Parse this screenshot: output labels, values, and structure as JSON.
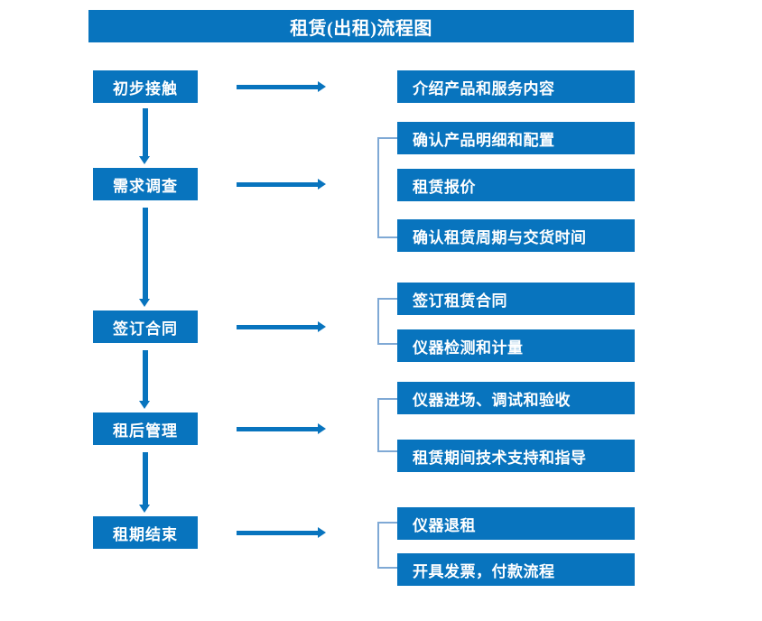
{
  "diagram": {
    "title": "租赁(出租)流程图",
    "colors": {
      "box_blue": "#0874BE",
      "bracket_blue": "#7FA9D5",
      "box_text": "#FFFFFF",
      "background": "#FFFFFF"
    },
    "stages": [
      {
        "label": "初步接触"
      },
      {
        "label": "需求调查"
      },
      {
        "label": "签订合同"
      },
      {
        "label": "租后管理"
      },
      {
        "label": "租期结束"
      }
    ],
    "details": [
      {
        "label": "介绍产品和服务内容"
      },
      {
        "label": "确认产品明细和配置"
      },
      {
        "label": "租赁报价"
      },
      {
        "label": "确认租赁周期与交货时间"
      },
      {
        "label": "签订租赁合同"
      },
      {
        "label": "仪器检测和计量"
      },
      {
        "label": "仪器进场、调试和验收"
      },
      {
        "label": "租赁期间技术支持和指导"
      },
      {
        "label": "仪器退租"
      },
      {
        "label": "开具发票，付款流程"
      }
    ]
  }
}
